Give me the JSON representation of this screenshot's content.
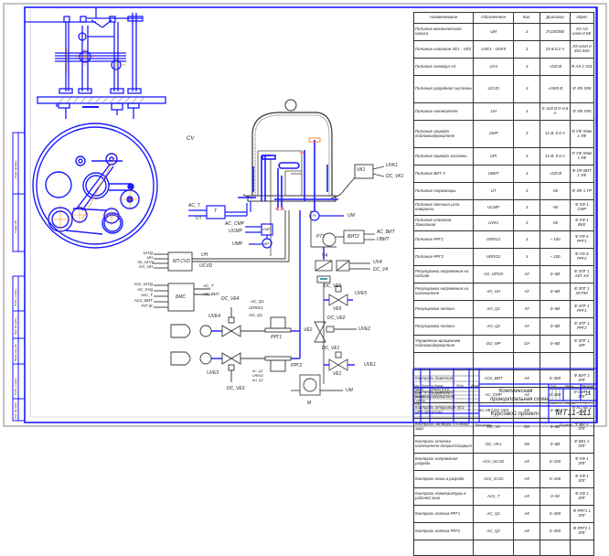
{
  "drawing": {
    "title_block": {
      "title_line1": "Комплексная",
      "title_line2": "принципиальная схема",
      "project": "Курсовой проект",
      "code": "МТ11-111",
      "sheet_count": "11",
      "sheet_label": "Лист",
      "sheet_no": "1",
      "sheets_label": "Листов",
      "sheets_no": "1",
      "lit_label": "Лит.",
      "mass_label": "Масса",
      "scale_label": "Масштаб",
      "copied_label": "Копировал",
      "format_label": "Формат",
      "format_value": "A2",
      "rows": [
        {
          "col1": "Изм.",
          "col2": "Лист",
          "col3": "№ докум.",
          "col4": "Подп.",
          "col5": "Дата"
        },
        {
          "col1": "Разраб.",
          "col3": "Иванов И.И.В."
        },
        {
          "col1": "Пров.",
          "col3": "Петров П.П.В."
        },
        {
          "col1": "Т.контр."
        },
        {
          "col1": ""
        },
        {
          "col1": "Н.контр."
        },
        {
          "col1": "Утв."
        }
      ]
    },
    "side_stamps": [
      "Перв. примен.",
      "Справ. №",
      "Подп. и дата",
      "Инв. № дубл.",
      "Взам. инв. №",
      "Подп. и дата",
      "Инв. № подл."
    ],
    "table": {
      "headers": [
        "Наименование",
        "Обозначение",
        "Кол.",
        "Диапазон",
        "Адрес"
      ],
      "rows": [
        {
          "name": "Питание механического насоса",
          "code": "UM",
          "qty": "3",
          "range": "3*220/380",
          "addr": "XS АЭ ключ 0 КЕ",
          "cls": "r"
        },
        {
          "name": "Питание клапанов VE1 - VE5",
          "code": "UVE1 - UVE5",
          "qty": "3",
          "range": "24 В 0.2 А",
          "addr": "XS ключ 0 Х01.9Х0",
          "cls": "r"
        },
        {
          "name": "Питание затвора V4",
          "code": "UV4",
          "qty": "3",
          "range": "~220 В",
          "addr": "Ф АЭ 2 Х01",
          "cls": "r"
        },
        {
          "name": "Питание разрядной системы",
          "code": "UCVD",
          "qty": "3",
          "range": "~1500 В",
          "addr": "Ф ХФ Х90",
          "cls": "e"
        },
        {
          "name": "Питание натекателя",
          "code": "UH",
          "qty": "3",
          "range": "0–220 В 0–0.6 А",
          "addr": "Ф ХФ Х90",
          "cls": "r"
        },
        {
          "name": "Питание привода подложкодержателя",
          "code": "UMP",
          "qty": "3",
          "range": "12 В, 0.6 А",
          "addr": "Ф УФ Х0вл 1 ХФ",
          "cls": "e"
        },
        {
          "name": "Питание привода заслонки",
          "code": "UPI",
          "qty": "3",
          "range": "12 В, 0.6 А",
          "addr": "Ф УФ Х0вл 1 ХФ",
          "cls": "r"
        },
        {
          "name": "Питание ВИТ-2",
          "code": "UВИТ",
          "qty": "3",
          "range": "~220 В",
          "addr": "Ф УФ ВИТ 1 ХФ",
          "cls": "r"
        },
        {
          "name": "Питание термопары",
          "code": "UT",
          "qty": "3",
          "range": "-60",
          "addr": "Ф ХФ 1 ТР",
          "cls": "r"
        },
        {
          "name": "Питание датчика угла поворота",
          "code": "UCMP",
          "qty": "3",
          "range": "-60",
          "addr": "Ф ХФ 1 СМР",
          "cls": "s"
        },
        {
          "name": "Питание клапанов Зажигания",
          "code": "UVК1",
          "qty": "3",
          "range": "-60",
          "addr": "Ф ХФ 1 ВКЕ",
          "cls": "s"
        },
        {
          "name": "Питание РРГ1",
          "code": "URRG1",
          "qty": "3",
          "range": "~ 100",
          "addr": "Ф УФ 6 РРГ1",
          "cls": "r"
        },
        {
          "name": "Питание РРГ2",
          "code": "URRG2",
          "qty": "3",
          "range": "~ 100",
          "addr": "Ф УФ 6 РРГ2",
          "cls": "r"
        },
        {
          "name": "Регулировка напряжения на катоде",
          "code": "AO_UPCD",
          "qty": "АУ",
          "range": "0–6В",
          "addr": "Ф ЗПГ 1 АКТ ХХ",
          "cls": "r"
        },
        {
          "name": "Регулировка напряжения на натекателе",
          "code": "AO_UH",
          "qty": "АУ",
          "range": "0–6В",
          "addr": "Ф ЗПГ 1 ХКТ9Х",
          "cls": "r"
        },
        {
          "name": "Регулировка потока",
          "code": "AO_Q1",
          "qty": "АУ",
          "range": "0–6В",
          "addr": "Ф ЗПГ 1 РРГ1",
          "cls": "r"
        },
        {
          "name": "Регулировка потока",
          "code": "AO_Q2",
          "qty": "АУ",
          "range": "0–6В",
          "addr": "Ф ЗПГ 1 РРГ2",
          "cls": "r"
        },
        {
          "name": "Управление вращением подложкодержателя",
          "code": "DO_MP",
          "qty": "DУ",
          "range": "0–6В",
          "addr": "Ф ЗПГ 1 МР",
          "cls": "r"
        },
        {
          "name": "",
          "code": "",
          "qty": "",
          "range": "",
          "addr": "",
          "cls": "r"
        },
        {
          "name": "Контроль давления",
          "code": "ACn_ВИТ",
          "qty": "АК",
          "range": "0–300",
          "addr": "Ф ВИТ 1 ЗПГ",
          "cls": "r"
        },
        {
          "name": "Контроль поворота подложкодержателя",
          "code": "AC_CMP",
          "qty": "АК",
          "range": "0–300",
          "addr": "Ф СМР 1 ЗПГ",
          "cls": "s"
        },
        {
          "name": "Контроль открытия VE1-VE5 откр/закр",
          "code": "DC-VE1,DC-VE5",
          "qty": "DК",
          "range": "0–6В",
          "addr": "Ф ХО ВЕ 1 ЗПГ",
          "cls": "s"
        },
        {
          "name": "Контроль затвора V4 откр/закр",
          "code": "DC_V4",
          "qty": "DК",
          "range": "0–6В",
          "addr": "Ф ХО 1 ЗПГ",
          "cls": "r"
        },
        {
          "name": "Контроль отсечки натекателя открыт/закрыт",
          "code": "DC_VK1",
          "qty": "DК",
          "range": "0–6В",
          "addr": "Ф ВК1 1 ЗПГ",
          "cls": "r"
        },
        {
          "name": "Контроль напряжения разряда",
          "code": "ACn_UCVD",
          "qty": "АК",
          "range": "0–100",
          "addr": "Ф ХФ 1 ЗПГ",
          "cls": "r"
        },
        {
          "name": "Контроль тока в разряде",
          "code": "ACn_ICVD",
          "qty": "АК",
          "range": "0–100",
          "addr": "Ф ХФ 1 ЗПГ",
          "cls": "r"
        },
        {
          "name": "Контроль температуры в рабочей зоне",
          "code": "ACn_T",
          "qty": "АК",
          "range": "0–50",
          "addr": "Ф ХФ 1 ЗПГ",
          "cls": "r"
        },
        {
          "name": "Контроль потока РРГ1",
          "code": "AC_Q1",
          "qty": "АК",
          "range": "0–300",
          "addr": "Ф РРГ1 1 ЗПГ",
          "cls": "r"
        },
        {
          "name": "Контроль потока РРГ2",
          "code": "AC_Q2",
          "qty": "АК",
          "range": "0–300",
          "addr": "Ф РРГ2 1 ЗПГ",
          "cls": "r"
        },
        {
          "name": "",
          "code": "",
          "qty": "",
          "range": "",
          "addr": "",
          "cls": "s"
        }
      ]
    },
    "labels": {
      "cv": "CV",
      "vk1": "VK1",
      "uvk1": "UVK1",
      "dc_vk1": "DC_VK1",
      "um_chamber": "UМ",
      "ac_t": "AC_T",
      "ut": "UT",
      "t_block": "T",
      "ac_cmp": "AC_CMP",
      "ucmp": "UCMP",
      "cmp": "CMP",
      "ump": "UMP",
      "mp": "MP",
      "h": "H",
      "uh": "UH",
      "ucvd": "UCVD",
      "bp_cvd": "БП CVD",
      "bp_in": [
        "UrVg",
        "UH",
        "Ao_UrVg",
        "AO_UH"
      ],
      "bms": "БМС",
      "bms_in": [
        "Acn_UrVg",
        "AC_IrVg",
        "Acn_T",
        "ACn_ВИТ",
        "PIT IE"
      ],
      "bms_ac_t": "AC_T",
      "bms_ac_vit": "AC_ВИТ",
      "pt1": "PT1",
      "vit2": "ВИТ2",
      "ac_vit": "AC_ВИТ",
      "uvit": "UВИТ",
      "v4": "V4",
      "uv4": "UV4",
      "dc_v4": "DC_V4",
      "dc_ve5": "DC_VE5",
      "uve5": "UVE5",
      "ve5": "VE5",
      "dc_ve2": "DC_VE2",
      "ve2": "VE2",
      "uve2": "UVE2",
      "dc_ve1": "DC_VE1",
      "uve1": "UVE1",
      "ve1": "VE1",
      "um": "UM",
      "m": "M",
      "dc_ve4": "DC_VE4",
      "uve4": "UVE4",
      "uve3": "UVE3",
      "dc_ve3": "DC_VE3",
      "ac_q1": "AC_Q1",
      "urrg1": "URRG1",
      "ao_q1": "AO_Q1",
      "rrg1": "РРГ1",
      "rrg2": "РРГ2",
      "ac_q2": "AC_Q2",
      "urrg2": "URRG2",
      "ao_q2": "AO_Q2"
    }
  }
}
